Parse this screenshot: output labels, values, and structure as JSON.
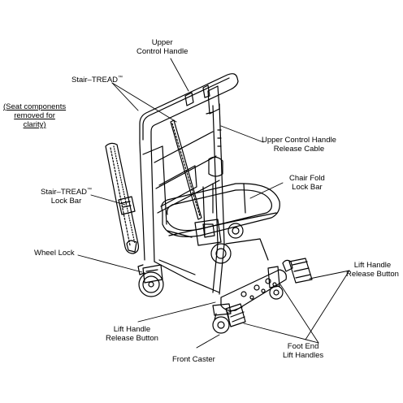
{
  "labels": {
    "upper_control_handle": [
      "Upper",
      "Control Handle"
    ],
    "stair_tread": "Stair–TREAD",
    "seat_note": [
      "(Seat components",
      "removed for",
      "clarity)"
    ],
    "upper_release_cable": [
      "Upper Control Handle",
      "Release Cable"
    ],
    "chair_fold_lock_bar": [
      "Chair Fold",
      "Lock Bar"
    ],
    "stair_tread_lock_bar": [
      "Stair–TREAD",
      "Lock Bar"
    ],
    "wheel_lock": "Wheel Lock",
    "lift_handle_release_right": [
      "Lift Handle",
      "Release Button"
    ],
    "lift_handle_release_left": [
      "Lift Handle",
      "Release Button"
    ],
    "front_caster": "Front Caster",
    "foot_end_lift_handles": [
      "Foot End",
      "Lift Handles"
    ],
    "trademark": "™"
  }
}
